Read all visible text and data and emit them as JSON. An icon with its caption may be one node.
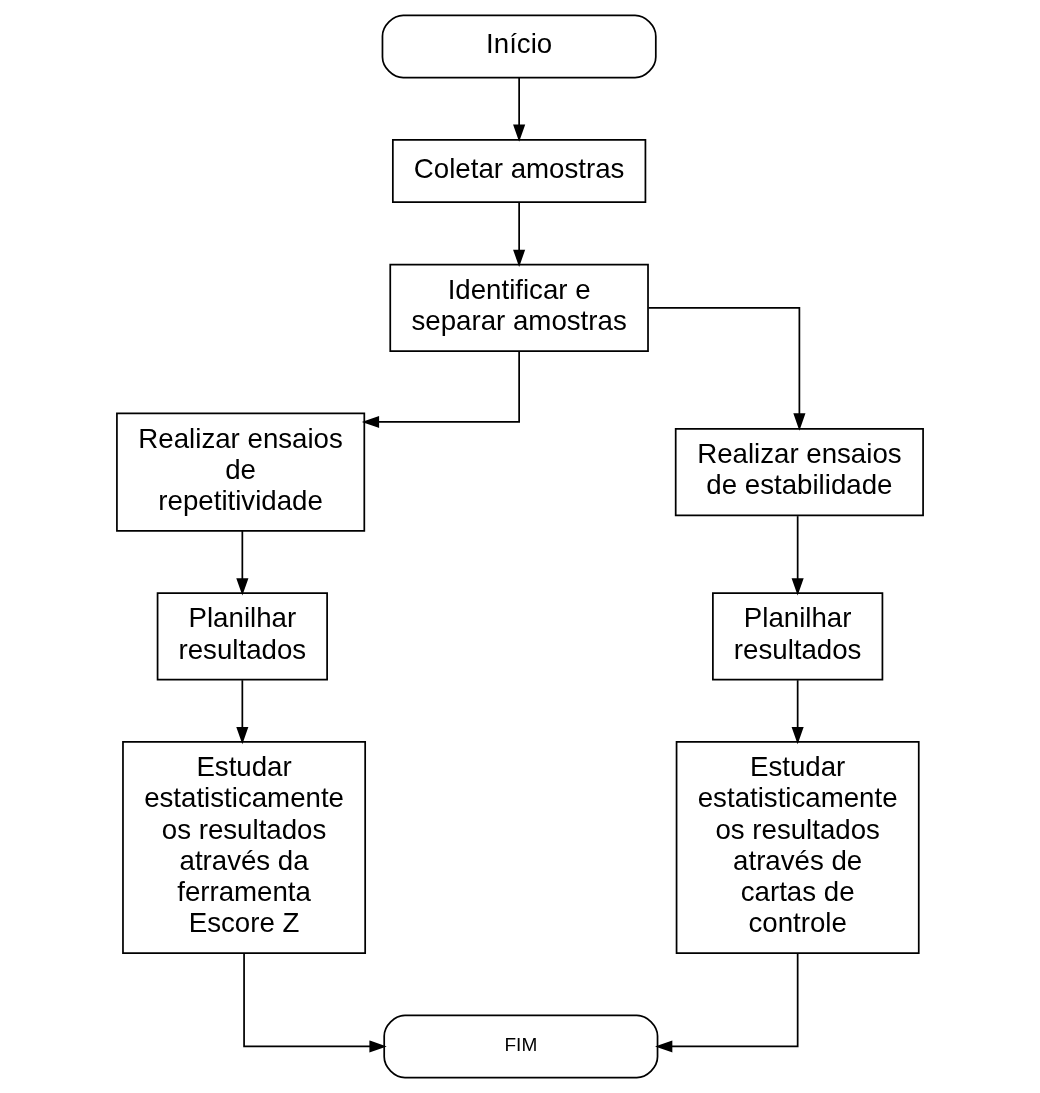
{
  "diagram": {
    "nodes": [
      {
        "text": [
          "Início"
        ]
      },
      {
        "text": [
          "Coletar amostras"
        ]
      },
      {
        "text": [
          "Identificar e separar amostras"
        ]
      },
      {
        "text": [
          "Realizar ensaios de repetitividade"
        ]
      },
      {
        "text": [
          "Realizar ensaios de estabilidade"
        ]
      },
      {
        "text": [
          "Planilhar resultados"
        ]
      },
      {
        "text": [
          "Planilhar resultados"
        ]
      },
      {
        "text": [
          "Estudar estatisticamente os resultados através da ferramenta Escore Z"
        ]
      },
      {
        "text": [
          "Estudar estatisticamente os resultados através de cartas de controle"
        ]
      },
      {
        "text": [
          "FIM"
        ]
      }
    ],
    "edges": [
      {
        "from": 0,
        "to": 1,
        "arrow": "to"
      },
      {
        "from": 1,
        "to": 2,
        "arrow": "to"
      },
      {
        "from": 2,
        "to": 3,
        "arrow": "to"
      },
      {
        "from": 2,
        "to": 4,
        "arrow": "to"
      },
      {
        "from": 3,
        "to": 5,
        "arrow": "to"
      },
      {
        "from": 4,
        "to": 6,
        "arrow": "to"
      },
      {
        "from": 5,
        "to": 7,
        "arrow": "to"
      },
      {
        "from": 6,
        "to": 8,
        "arrow": "to"
      },
      {
        "from": 7,
        "to": 9,
        "arrow": "to"
      },
      {
        "from": 8,
        "to": 9,
        "arrow": "to"
      }
    ]
  }
}
